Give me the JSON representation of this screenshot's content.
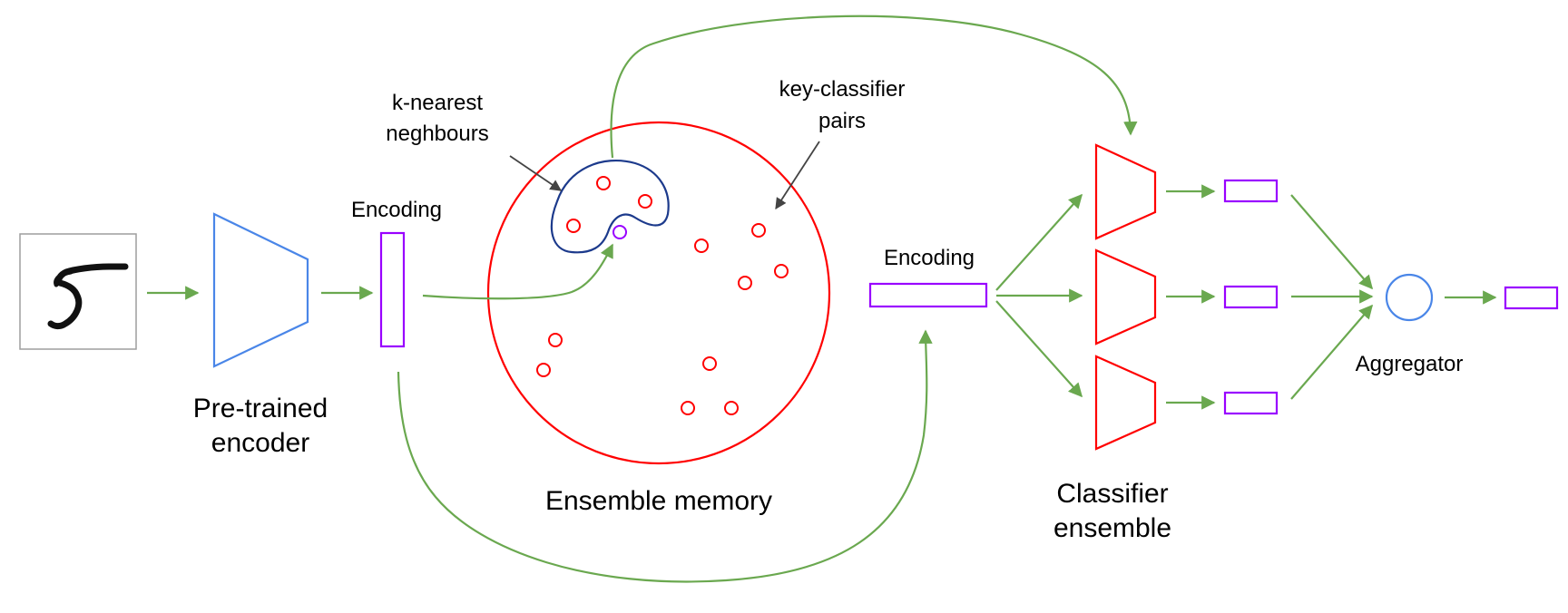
{
  "labels": {
    "encoder": [
      "Pre-trained",
      "encoder"
    ],
    "encoding_left": "Encoding",
    "knn": [
      "k-nearest",
      "neghbours"
    ],
    "key_classifier": [
      "key-classifier",
      "pairs"
    ],
    "memory": "Ensemble memory",
    "encoding_right": "Encoding",
    "ensemble": [
      "Classifier",
      "ensemble"
    ],
    "aggregator": "Aggregator"
  },
  "input_digit": "5",
  "colors": {
    "flow_arrow": "#6aa84f",
    "encoder": "#4a86e8",
    "encoding": "#9900ff",
    "memory": "#ff0000",
    "knn_region": "#1c3a8c",
    "pointer_arrow": "#444444",
    "aggregator": "#4a86e8"
  }
}
